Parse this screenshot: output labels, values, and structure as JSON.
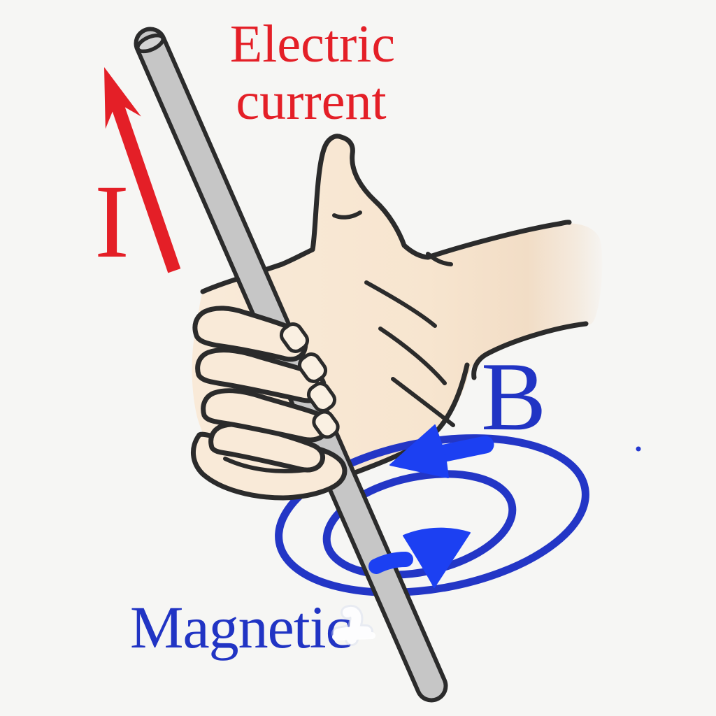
{
  "diagram": {
    "heading": {
      "line1": "Electric",
      "line2": "current"
    },
    "current_symbol": "I",
    "field_symbol": "B",
    "field_label": "Magnetic",
    "erased_label_note": "partially erased white letter after 'Magnetic'",
    "colors": {
      "background": "#f6f6f4",
      "current_red": "#e41f27",
      "field_blue_line": "#2336c6",
      "field_blue_arrow": "#1c40f2",
      "label_blue": "#2134c4",
      "skin": "#f9ead8",
      "rod_gray": "#c6c6c6",
      "ink_outline": "#2b2b2b"
    },
    "icons": [
      "current-direction-arrow",
      "conductor-rod",
      "right-hand-grip",
      "field-loop-outer",
      "field-loop-inner",
      "field-arrow-left",
      "field-arrow-down"
    ]
  }
}
